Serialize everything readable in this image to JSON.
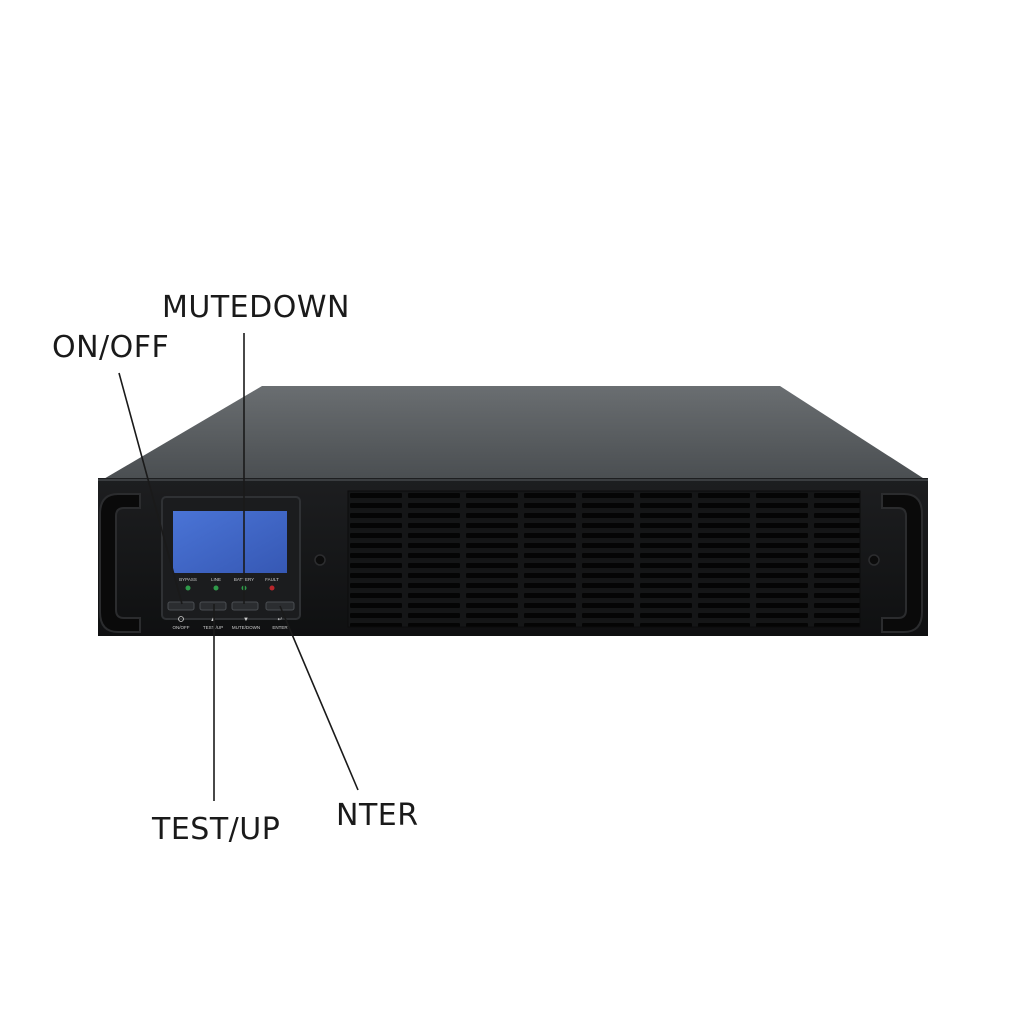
{
  "callouts": {
    "on_off": "ON/OFF",
    "mutedown": "MUTEDOWN",
    "test_up": "TEST/UP",
    "enter": "NTER"
  },
  "indicators": {
    "bypass": "BYPASS",
    "line": "LINE",
    "battery": "BATTERY",
    "fault": "FAULT"
  },
  "buttons": {
    "on_off_caption": "ON/OFF",
    "test_up_caption": "TEST /UP",
    "mute_down_caption": "MUTE/DOWN",
    "enter_caption": "ENTER"
  },
  "colors": {
    "chassis_top": "#5f6366",
    "front_panel": "#151617",
    "lcd_screen": "#3f67c8",
    "led_green": "#2f9a4a",
    "led_red": "#b8262b"
  }
}
